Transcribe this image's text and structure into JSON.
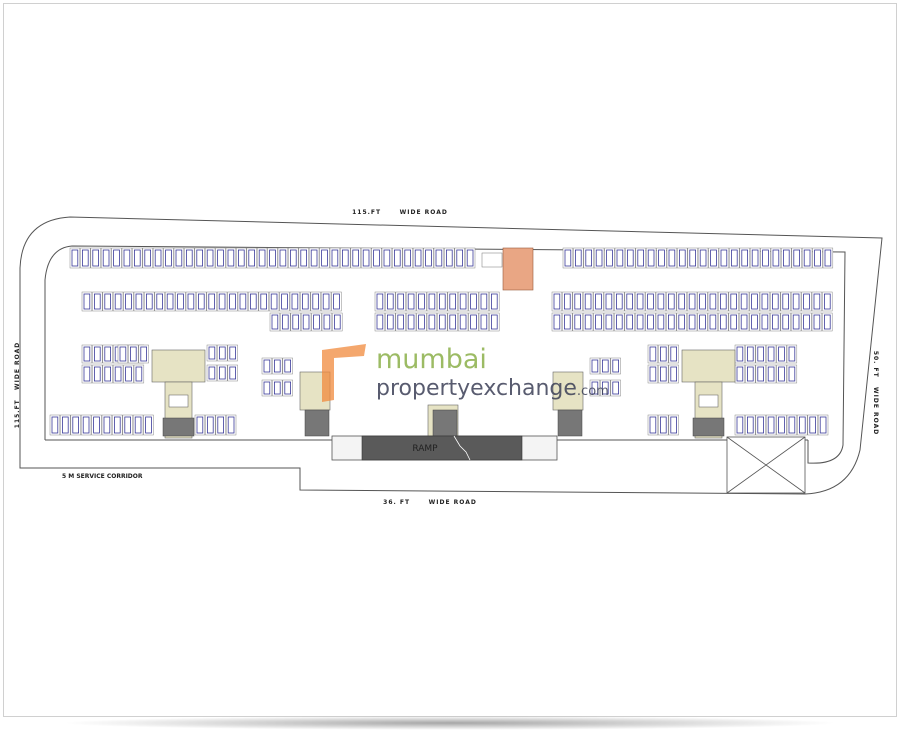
{
  "plan": {
    "road_top": "115.FT      WIDE ROAD",
    "road_left": "115.FT   WIDE ROAD",
    "road_right": "50. FT   WIDE ROAD",
    "road_bottom": "36. FT      WIDE ROAD",
    "service_corridor": "5 M SERVICE CORRIDOR",
    "ramp": "RAMP"
  },
  "watermark": {
    "line1": "mumbai",
    "line2": "propertyexchange",
    "line2_suffix": ".com",
    "colors": {
      "orange": "#f08a3c",
      "green": "#8bb04a",
      "navy": "#3b3f56"
    }
  },
  "colors": {
    "stall": "#3a3a9a",
    "tower": "#e6e3c4",
    "ramp": "#5a5a5a",
    "club": "#e9a684"
  }
}
